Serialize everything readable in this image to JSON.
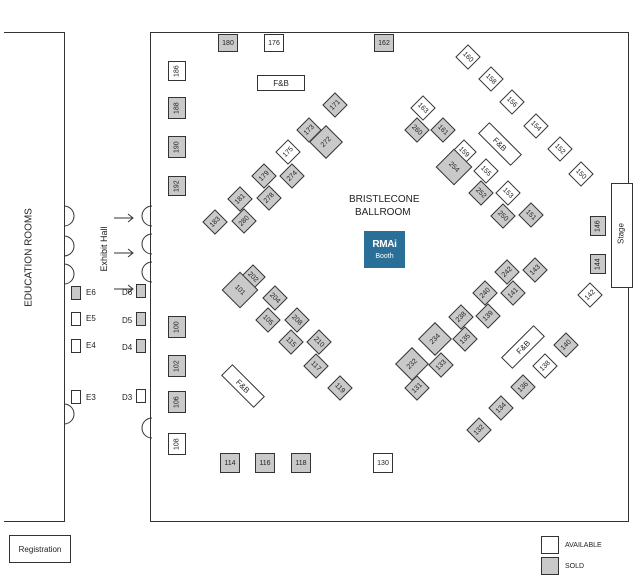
{
  "room": {
    "education_rooms": "EDUCATION ROOMS",
    "exhibit_hall": "Exhibit Hall",
    "ballroom_line1": "BRISTLECONE",
    "ballroom_line2": "BALLROOM",
    "stage": "Stage",
    "registration": "Registration",
    "fb": "F&B",
    "rmai_logo": "RMAi",
    "rmai_booth": "Booth"
  },
  "legend": {
    "available": "AVAILABLE",
    "sold": "SOLD",
    "available_color": "#ffffff",
    "sold_color": "#c9c9c9"
  },
  "edu_booths": [
    {
      "label": "E6",
      "status": "sold"
    },
    {
      "label": "E5",
      "status": "available"
    },
    {
      "label": "E4",
      "status": "available"
    },
    {
      "label": "E3",
      "status": "available"
    }
  ],
  "d_booths": [
    {
      "label": "D6",
      "status": "sold"
    },
    {
      "label": "D5",
      "status": "sold"
    },
    {
      "label": "D4",
      "status": "sold"
    },
    {
      "label": "D3",
      "status": "available"
    }
  ],
  "booths": {
    "b180": "180",
    "b176": "176",
    "b162": "162",
    "b186": "186",
    "b188": "188",
    "b190": "190",
    "b192": "192",
    "b100": "100",
    "b102": "102",
    "b106": "106",
    "b108": "108",
    "b114": "114",
    "b116": "116",
    "b118": "118",
    "b130": "130",
    "b146": "146",
    "b144": "144",
    "b171": "171",
    "b173": "173",
    "b272": "272",
    "b175": "175",
    "b274": "274",
    "b179": "179",
    "b278": "278",
    "b181": "181",
    "b280": "280",
    "b183": "183",
    "b160": "160",
    "b158": "158",
    "b156": "156",
    "b154": "154",
    "b152": "152",
    "b150": "150",
    "b163": "163",
    "b260": "260",
    "b161": "161",
    "b159": "159",
    "b254": "254",
    "b155": "155",
    "b252": "252",
    "b153": "153",
    "b250": "250",
    "b151": "151",
    "b202": "202",
    "b101": "101",
    "b204": "204",
    "b105": "105",
    "b208": "208",
    "b115": "115",
    "b210": "210",
    "b117": "117",
    "b119": "119",
    "b242": "242",
    "b143": "143",
    "b240": "240",
    "b141": "141",
    "b238": "238",
    "b139": "139",
    "b234": "234",
    "b135": "135",
    "b232": "232",
    "b133": "133",
    "b131": "131",
    "b142": "142",
    "b140": "140",
    "b138": "138",
    "b136": "136",
    "b134": "134",
    "b132": "132"
  }
}
